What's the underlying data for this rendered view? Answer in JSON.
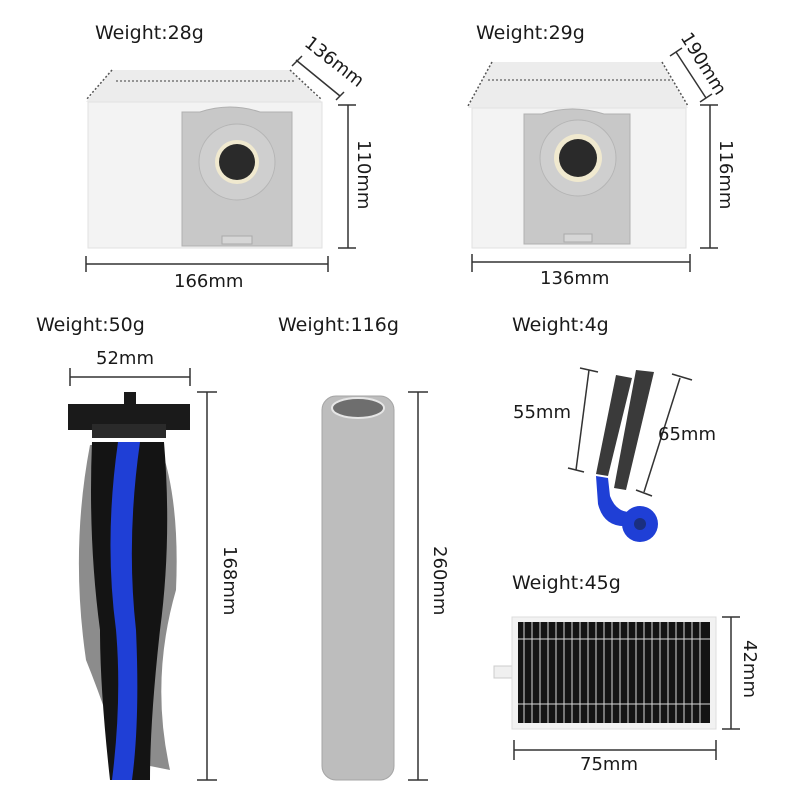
{
  "products": [
    {
      "id": "dust-bag-large",
      "weight_label": "Weight:28g",
      "dimensions": {
        "width": "166mm",
        "height": "110mm",
        "depth": "136mm"
      }
    },
    {
      "id": "dust-bag-small",
      "weight_label": "Weight:29g",
      "dimensions": {
        "width": "136mm",
        "height": "116mm",
        "depth": "190mm"
      }
    },
    {
      "id": "main-roller-brush",
      "weight_label": "Weight:50g",
      "dimensions": {
        "width": "52mm",
        "height": "168mm"
      }
    },
    {
      "id": "mop-roller",
      "weight_label": "Weight:116g",
      "dimensions": {
        "height": "260mm"
      }
    },
    {
      "id": "side-brush",
      "weight_label": "Weight:4g",
      "dimensions": {
        "short_bristle": "55mm",
        "long_bristle": "65mm"
      }
    },
    {
      "id": "hepa-filter",
      "weight_label": "Weight:45g",
      "dimensions": {
        "width": "75mm",
        "height": "42mm"
      }
    }
  ],
  "colors": {
    "accent_blue": "#1f3fd6",
    "bag_white": "#f1f1f1",
    "bag_frame_gray": "#c9c9c9",
    "brush_black": "#151515",
    "bristle_gray": "#8a8a8a",
    "roller_gray": "#b9b9b9",
    "dim_line": "#333333"
  }
}
